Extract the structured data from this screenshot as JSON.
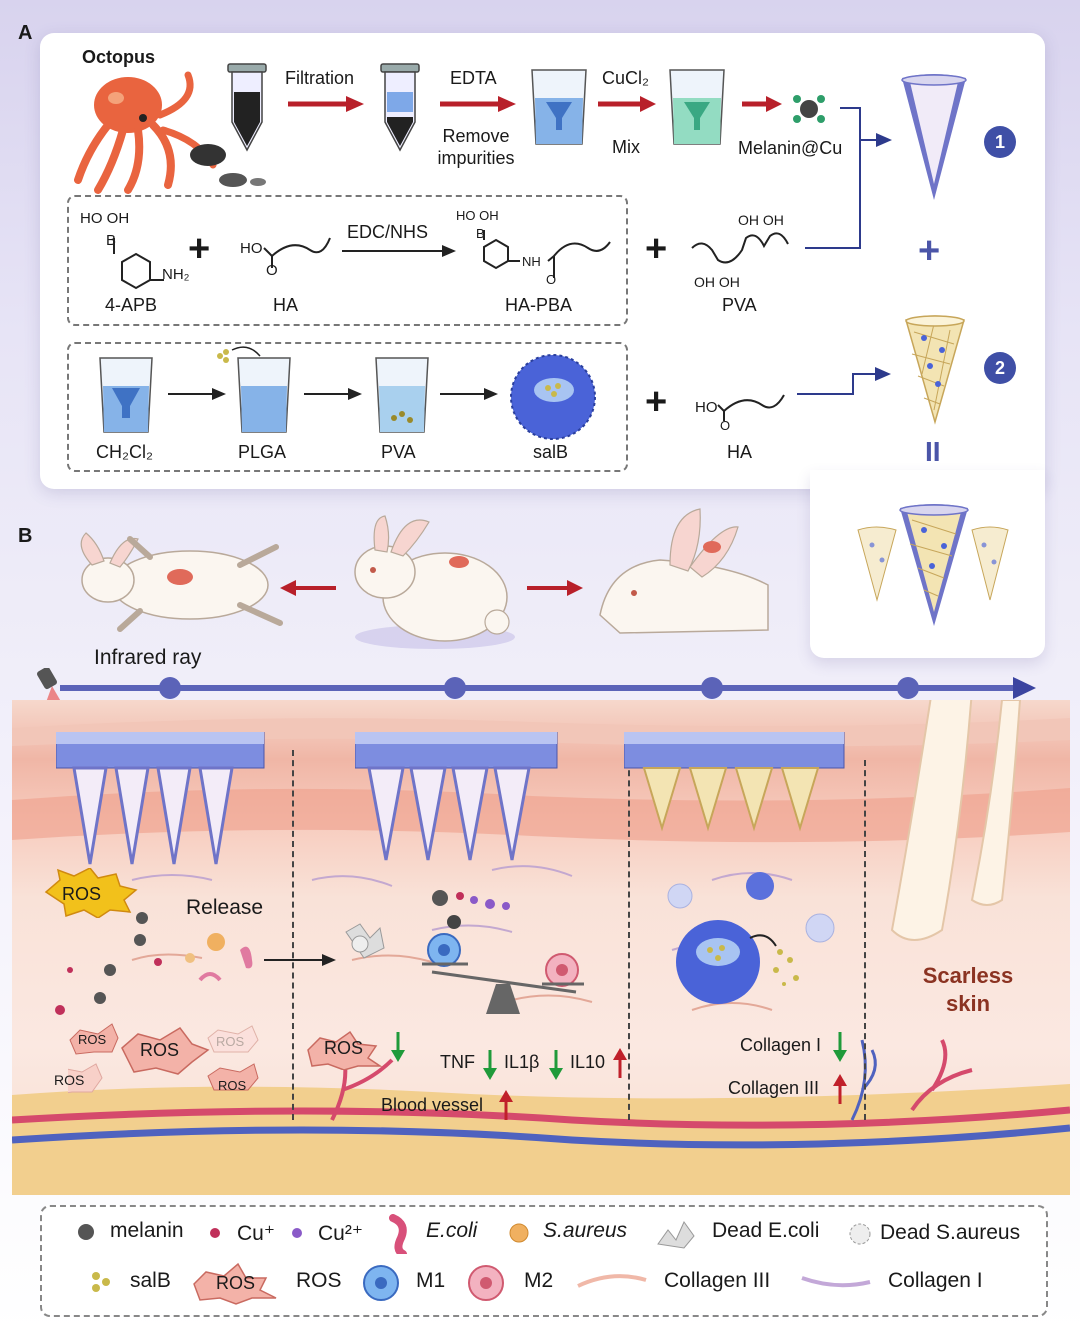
{
  "panel_a": {
    "letter": "A",
    "row1": {
      "octopus": "Octopus",
      "filtration": "Filtration",
      "edta": "EDTA",
      "remove_impurities": "Remove impurities",
      "cucl2": "CuCl₂",
      "mix": "Mix",
      "melanin_cu": "Melanin@Cu"
    },
    "row2": {
      "apb": "4-APB",
      "ha": "HA",
      "edc_nhs": "EDC/NHS",
      "ha_pba": "HA-PBA",
      "pva": "PVA",
      "ho_oh_top": "HO  OH",
      "nh2": "NH₂",
      "b": "B",
      "ho": "HO",
      "o": "O",
      "nh": "NH",
      "oh_oh": "OH  OH"
    },
    "row3": {
      "ch2cl2": "CH₂Cl₂",
      "plga": "PLGA",
      "pva": "PVA",
      "salb": "salB",
      "ha": "HA"
    },
    "badges": [
      "1",
      "2"
    ],
    "plus": "+",
    "equals": "II"
  },
  "panel_b": {
    "letter": "B",
    "infrared": "Infrared ray",
    "release": "Release",
    "scarless": "Scarless skin",
    "ros": "ROS",
    "tnf": "TNF",
    "il1b": "IL1β",
    "il10": "IL10",
    "blood_vessel": "Blood vessel",
    "collagen_i": "Collagen I",
    "collagen_iii": "Collagen III"
  },
  "legend": {
    "melanin": "melanin",
    "cu_plus": "Cu⁺",
    "cu_2plus": "Cu²⁺",
    "ecoli": "E.coli",
    "saureus": "S.aureus",
    "dead_ecoli": "Dead E.coli",
    "dead_saureus": "Dead S.aureus",
    "salb": "salB",
    "ros_icon": "ROS",
    "ros": "ROS",
    "m1": "M1",
    "m2": "M2",
    "collagen_iii": "Collagen III",
    "collagen_i": "Collagen I"
  },
  "colors": {
    "arrow_red": "#b8202a",
    "badge_blue": "#3f4fa6",
    "timeline": "#5b63b8",
    "ros_fill": "#f3b2a8",
    "scarless": "#8b3322"
  }
}
